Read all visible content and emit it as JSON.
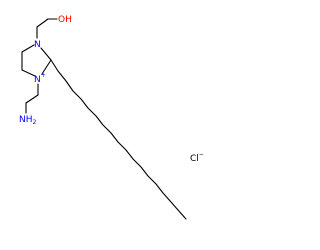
{
  "molecule": {
    "atoms": {
      "hydroxyl": {
        "symbol": "OH",
        "color": "#ff0000"
      },
      "ring_n_top": {
        "symbol": "N",
        "color": "#0000ff"
      },
      "ring_n_bottom": {
        "symbol": "N",
        "charge": "+",
        "color": "#0000ff"
      },
      "amine": {
        "symbol": "NH",
        "subscript": "2",
        "color": "#0000ff"
      },
      "chloride": {
        "symbol": "Cl",
        "charge": "−",
        "color": "#000000"
      }
    }
  }
}
